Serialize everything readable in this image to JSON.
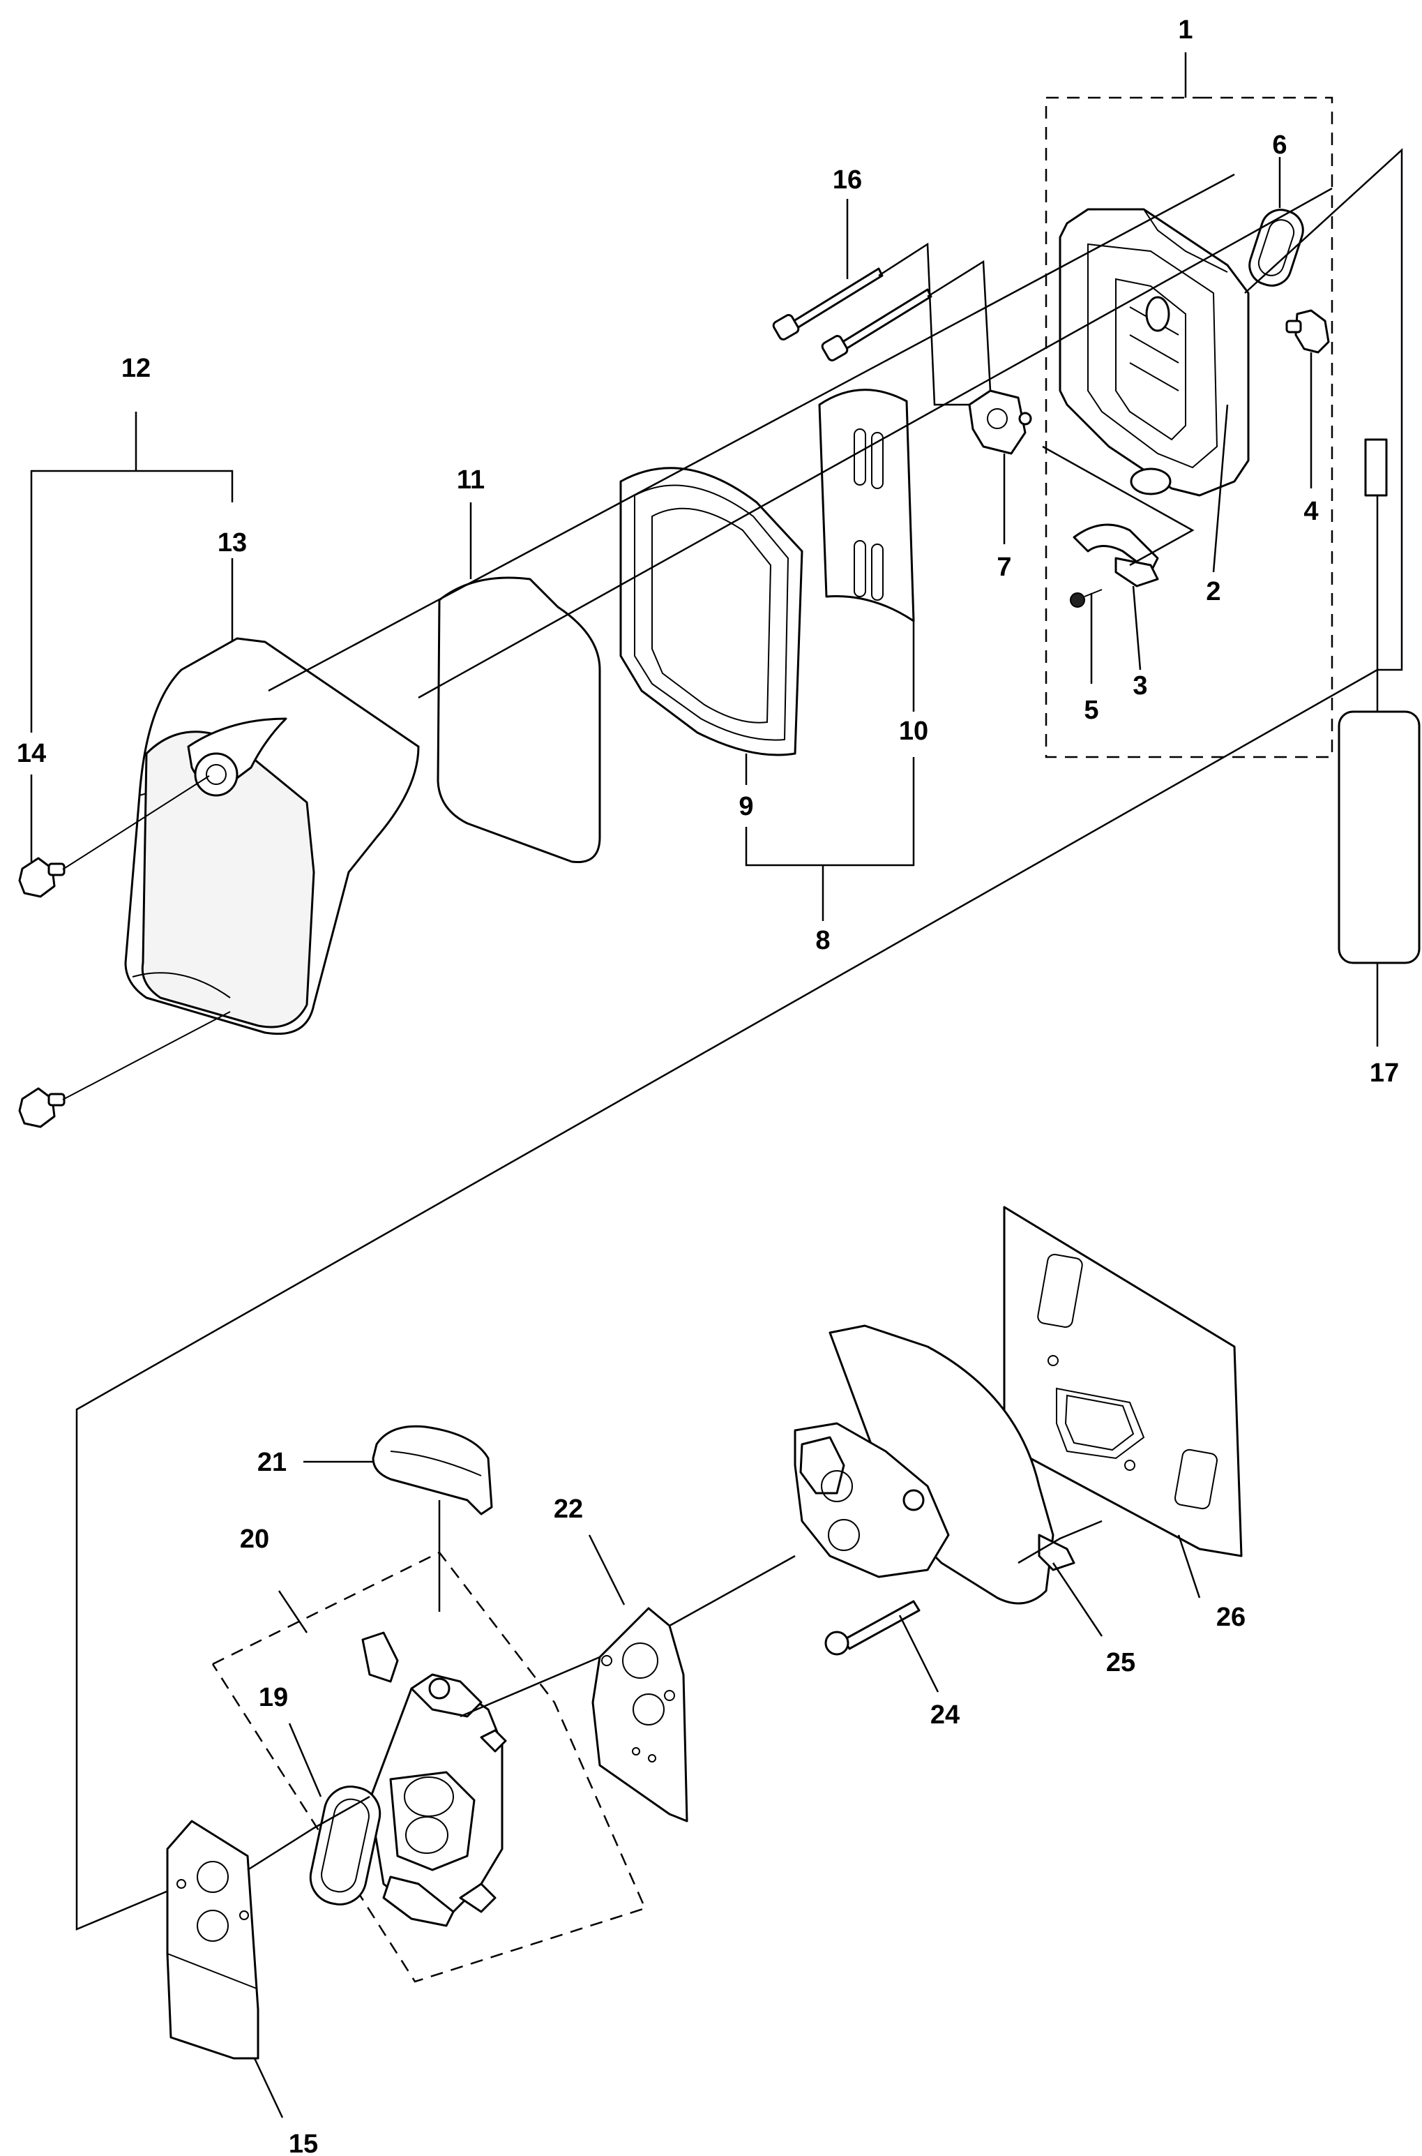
{
  "callouts": {
    "c1": "1",
    "c2": "2",
    "c3": "3",
    "c4": "4",
    "c5": "5",
    "c6": "6",
    "c7": "7",
    "c8": "8",
    "c9": "9",
    "c10": "10",
    "c11": "11",
    "c12": "12",
    "c13": "13",
    "c14": "14",
    "c15": "15",
    "c16": "16",
    "c17": "17",
    "c19": "19",
    "c20": "20",
    "c21": "21",
    "c22": "22",
    "c24": "24",
    "c25": "25",
    "c26": "26"
  }
}
